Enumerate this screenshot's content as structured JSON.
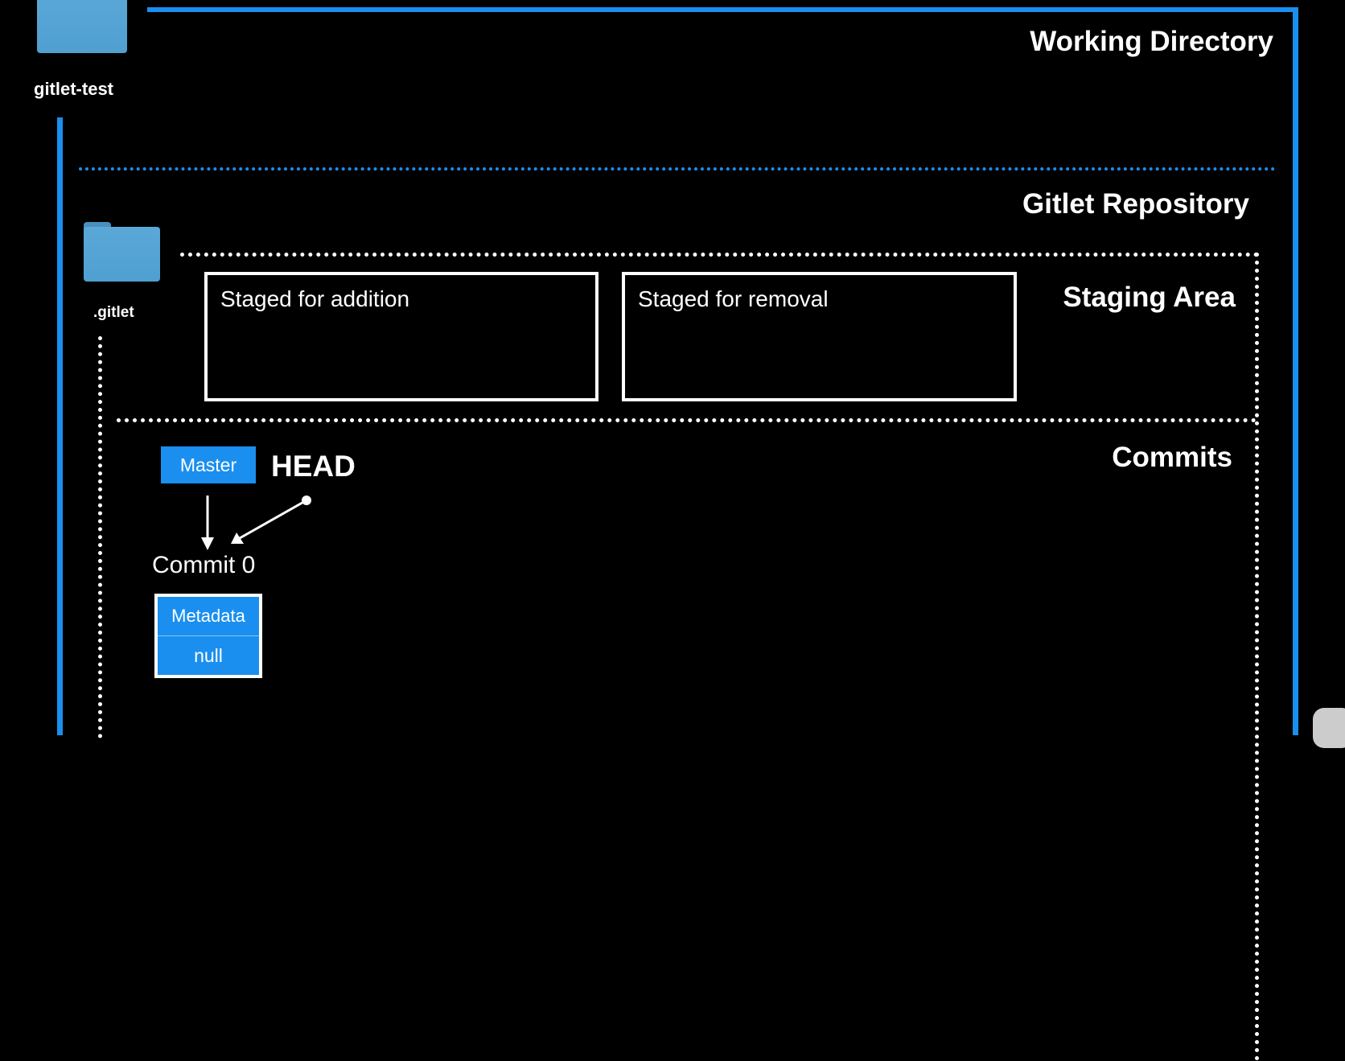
{
  "working_directory": {
    "folder_label": "gitlet-test",
    "title": "Working Directory"
  },
  "repository": {
    "folder_label": ".gitlet",
    "title": "Gitlet Repository"
  },
  "staging": {
    "title": "Staging Area",
    "addition_label": "Staged for addition",
    "removal_label": "Staged for removal"
  },
  "commits": {
    "title": "Commits",
    "branch_label": "Master",
    "head_label": "HEAD",
    "commit_label": "Commit 0",
    "metadata_label": "Metadata",
    "parent_value": "null"
  },
  "colors": {
    "accent": "#1a8fef",
    "folder": "#55a4d6",
    "background": "#000000"
  }
}
